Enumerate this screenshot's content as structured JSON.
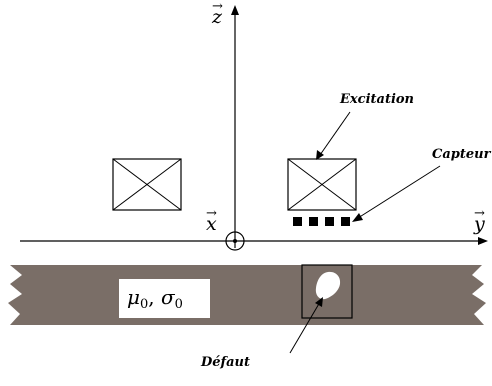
{
  "annotations": {
    "excitation": "Excitation",
    "capteur": "Capteur",
    "defaut": "Défaut"
  },
  "axes": {
    "z": "z",
    "x": "x",
    "y": "y",
    "vector_mark": "→"
  },
  "material": {
    "mu": "μ",
    "mu_sub": "0",
    "separator": ", ",
    "sigma": "σ",
    "sigma_sub": "0"
  },
  "colors": {
    "plate": "#7a6e67",
    "line": "#000000",
    "defect": "#ffffff",
    "label_box": "#ffffff"
  }
}
